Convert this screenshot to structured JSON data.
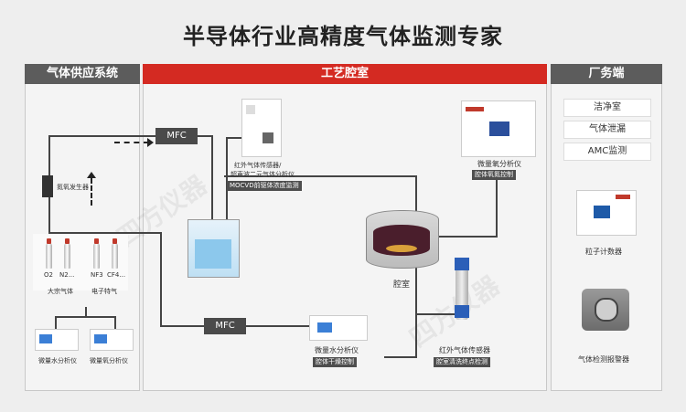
{
  "title": "半导体行业高精度气体监测专家",
  "panels": {
    "left": "气体供应系统",
    "center": "工艺腔室",
    "right": "厂务端"
  },
  "left": {
    "generator": "氮氧发生器",
    "cylinders": [
      "O2",
      "N2...",
      "NF3",
      "CF4..."
    ],
    "group1": "大宗气体",
    "group2": "电子特气",
    "analyzer1": "微量水分析仪",
    "analyzer2": "微量氧分析仪"
  },
  "center": {
    "mfc_top": "MFC",
    "mfc_bottom": "MFC",
    "ir_sensor_label_1": "红外气体传感器/",
    "ir_sensor_label_2": "超声波二元气体分析仪",
    "ir_sensor_tag": "MOCVD前驱体浓度监测",
    "o2_analyzer_label": "微量氧分析仪",
    "o2_analyzer_tag": "腔体氧氮控制",
    "chamber": "腔室",
    "moisture_label": "微量水分析仪",
    "moisture_tag": "腔体干燥控制",
    "ir_sensor2_label": "红外气体传感器",
    "ir_sensor2_tag": "腔室清洗终点检测"
  },
  "right": {
    "items": [
      "洁净室",
      "气体泄漏",
      "AMC监测"
    ],
    "particle_counter": "粒子计数器",
    "gas_detector": "气体检测报警器"
  },
  "watermark": "四方仪器",
  "colors": {
    "accent": "#d42a22",
    "panel_header": "#5c5c5c"
  }
}
